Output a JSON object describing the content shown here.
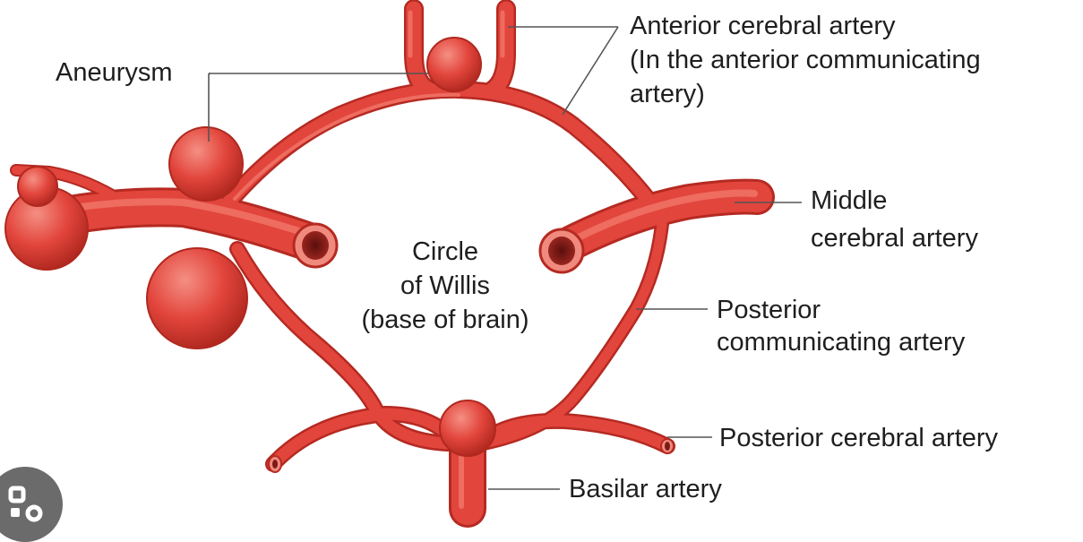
{
  "labels": {
    "aneurysm": "Aneurysm",
    "anterior_cerebral": [
      "Anterior cerebral artery",
      "(In the anterior communicating",
      "artery)"
    ],
    "middle_cerebral": [
      "Middle",
      "cerebral artery"
    ],
    "circle_of_willis": [
      "Circle",
      "of Willis",
      "(base of brain)"
    ],
    "posterior_communicating": [
      "Posterior",
      "communicating artery"
    ],
    "posterior_cerebral": "Posterior cerebral artery",
    "basilar": "Basilar artery"
  },
  "colors": {
    "artery": "#e2453c",
    "artery_dark": "#b52a22",
    "artery_light": "#f27a6c",
    "lumen": "#7d1a16",
    "leader": "#555555",
    "text": "#1e1e1e",
    "corner_icon": "#6b6b6b"
  },
  "icons": [
    "lens-badge-icon"
  ]
}
